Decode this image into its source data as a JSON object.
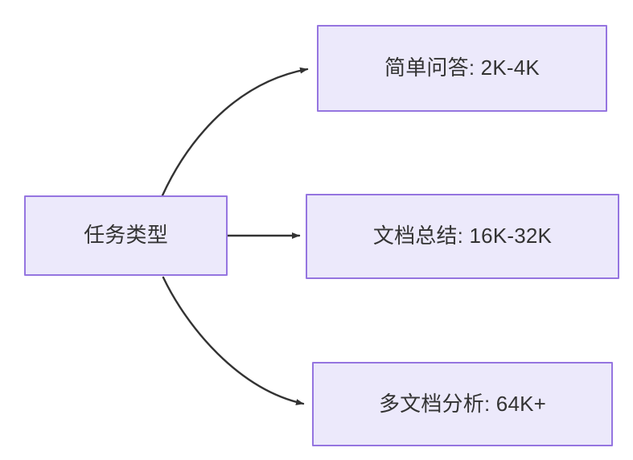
{
  "diagram": {
    "type": "flowchart",
    "direction": "left-to-right",
    "background_color": "#ffffff",
    "node_fill_color": "#ece9fb",
    "node_border_color": "#9575e0",
    "node_text_color": "#333333",
    "edge_color": "#333333",
    "root": {
      "id": "root",
      "label": "任务类型"
    },
    "branches": [
      {
        "id": "simple-qa",
        "label": "简单问答: 2K-4K",
        "task": "简单问答",
        "context_range": "2K-4K",
        "edge_style": "curved"
      },
      {
        "id": "doc-summary",
        "label": "文档总结: 16K-32K",
        "task": "文档总结",
        "context_range": "16K-32K",
        "edge_style": "straight"
      },
      {
        "id": "multi-doc",
        "label": "多文档分析: 64K+",
        "task": "多文档分析",
        "context_range": "64K+",
        "edge_style": "curved"
      }
    ]
  }
}
